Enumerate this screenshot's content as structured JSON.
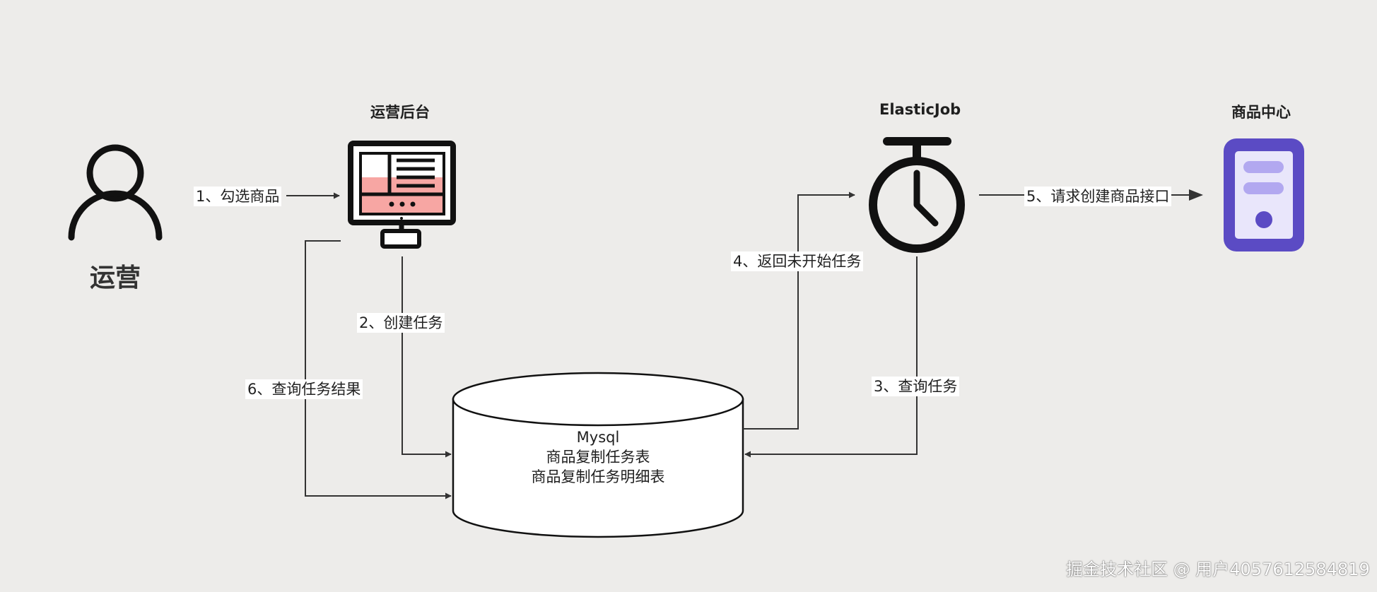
{
  "nodes": {
    "operator": {
      "label": "运营"
    },
    "admin": {
      "title": "运营后台"
    },
    "elasticjob": {
      "title": "ElasticJob"
    },
    "product_center": {
      "title": "商品中心"
    },
    "mysql": {
      "lines": [
        "Mysql",
        "商品复制任务表",
        "商品复制任务明细表"
      ]
    }
  },
  "edges": [
    {
      "label": "1、勾选商品"
    },
    {
      "label": "2、创建任务"
    },
    {
      "label": "3、查询任务"
    },
    {
      "label": "4、返回未开始任务"
    },
    {
      "label": "5、请求创建商品接口"
    },
    {
      "label": "6、查询任务结果"
    }
  ],
  "watermark": "掘金技术社区 @ 用户4057612584819",
  "colors": {
    "background": "#edecea",
    "line": "#333333",
    "monitor_highlight": "#f7a6a3",
    "server_fill": "#5b4bc4",
    "server_panel": "#e9e6fb",
    "server_bar": "#b2a8f0"
  }
}
